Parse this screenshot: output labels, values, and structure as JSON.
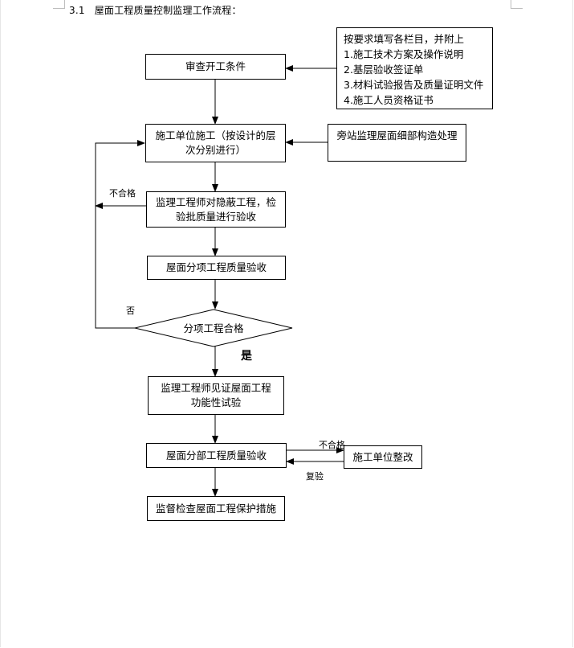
{
  "heading": {
    "number": "3.1",
    "title": "屋面工程质量控制监理工作流程："
  },
  "notes": {
    "lines": [
      "按要求填写各栏目，并附上",
      "1.施工技术方案及操作说明",
      "2.基层验收签证单",
      "3.材料试验报告及质量证明文件",
      "4.施工人员资格证书"
    ]
  },
  "boxes": {
    "review_conditions": "审查开工条件",
    "construction_line1": "施工单位施工（按设计的层",
    "construction_line2": "次分别进行）",
    "side_supervision": "旁站监理屋面细部构造处理",
    "hidden_check_line1": "监理工程师对隐蔽工程，检",
    "hidden_check_line2": "验批质量进行验收",
    "sub_item_acceptance": "屋面分项工程质量验收",
    "decision": "分项工程合格",
    "witness_line1": "监理工程师见证屋面工程",
    "witness_line2": "功能性试验",
    "sub_part_acceptance": "屋面分部工程质量验收",
    "rectify": "施工单位整改",
    "protection": "监督检查屋面工程保护措施"
  },
  "labels": {
    "fail_1": "不合格",
    "no": "否",
    "yes": "是",
    "fail_2": "不合格",
    "recheck": "复验"
  }
}
